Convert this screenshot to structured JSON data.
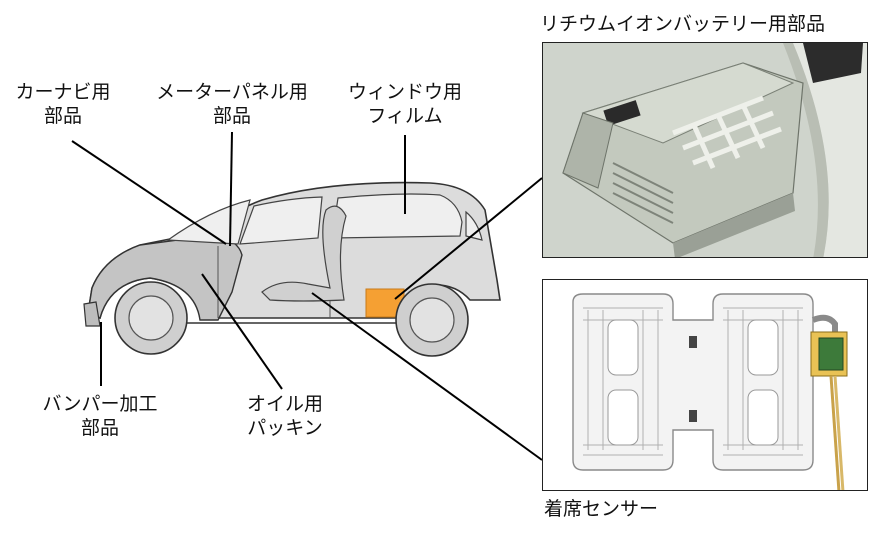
{
  "labels": {
    "car_navi": [
      "カーナビ用",
      "部品"
    ],
    "meter_panel": [
      "メーターパネル用",
      "部品"
    ],
    "window_film": [
      "ウィンドウ用",
      "フィルム"
    ],
    "li_ion_battery": "リチウムイオンバッテリー用部品",
    "bumper": [
      "バンパー加工",
      "部品"
    ],
    "oil_packing": [
      "オイル用",
      "パッキン"
    ],
    "seat_sensor": "着席センサー"
  },
  "colors": {
    "body_fill": "#d8d8d8",
    "body_shade": "#b8b8b8",
    "glass": "#efefef",
    "battery_highlight": "#f5a033",
    "outline": "#333333",
    "leader": "#000000"
  }
}
